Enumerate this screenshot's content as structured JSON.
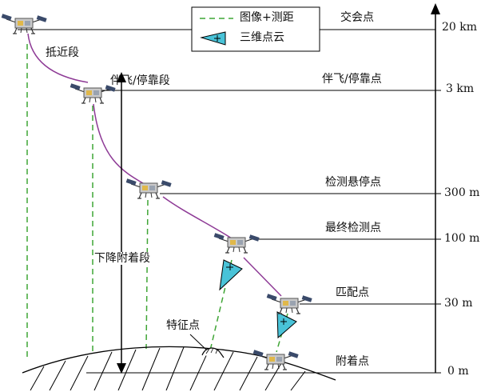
{
  "legend": {
    "image_ranging": "图像+测距",
    "point_cloud": "三维点云"
  },
  "altitudes": {
    "km20": "20 km",
    "km3": "3 km",
    "m300": "300 m",
    "m100": "100 m",
    "m30": "30 m",
    "m0": "0 m"
  },
  "points": {
    "rendezvous": "交会点",
    "flyaround_hold": "伴飞/停靠点",
    "detect_hover": "检测悬停点",
    "final_detect": "最终检测点",
    "matching": "匹配点",
    "attach": "附着点",
    "feature": "特征点"
  },
  "phases": {
    "approach": "抵近段",
    "flyaround": "伴飞/停靠段",
    "descent_attach": "下降附着段"
  },
  "colors": {
    "trajectory": "#8e3b96",
    "ranging": "#3fa535",
    "cloud_fill": "#49c3d8"
  }
}
